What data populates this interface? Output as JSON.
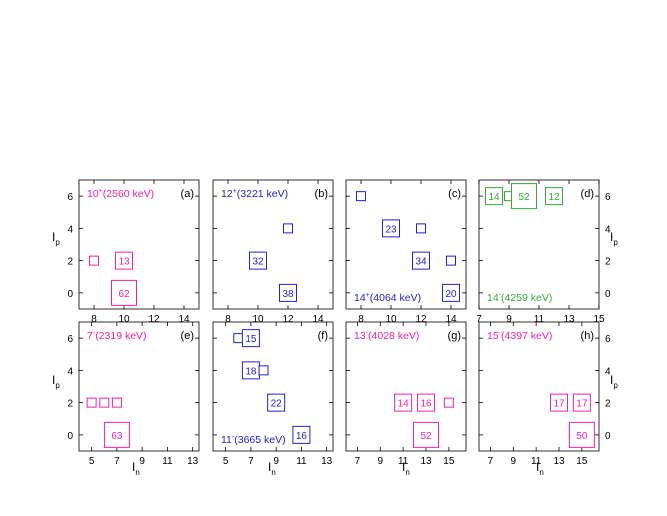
{
  "figure": {
    "ylabel_main": "I",
    "ylabel_sub": "p",
    "xlabel_main": "I",
    "xlabel_sub": "n"
  },
  "chart_data": [
    {
      "type": "scatter",
      "label": "(a)",
      "color": "#ee22aa",
      "state_pre": "10",
      "state_sup": "+",
      "state_post": "(2560 keV)",
      "state_pos": "top-left",
      "xlim": [
        7,
        15
      ],
      "ylim": [
        -1,
        7
      ],
      "xticks": [
        8,
        10,
        12,
        14
      ],
      "yticks": [
        0,
        2,
        4,
        6
      ],
      "points": [
        {
          "x": 8,
          "y": 2,
          "label": ""
        },
        {
          "x": 10,
          "y": 2,
          "label": "13"
        },
        {
          "x": 10,
          "y": 0,
          "label": "62"
        }
      ]
    },
    {
      "type": "scatter",
      "label": "(b)",
      "color": "#2222cc",
      "state_pre": "12",
      "state_sup": "+",
      "state_post": "(3221 keV)",
      "state_pos": "top-left",
      "xlim": [
        7,
        15
      ],
      "ylim": [
        -1,
        7
      ],
      "xticks": [
        8,
        10,
        12,
        14
      ],
      "yticks": [
        0,
        2,
        4,
        6
      ],
      "points": [
        {
          "x": 12,
          "y": 4,
          "label": ""
        },
        {
          "x": 10,
          "y": 2,
          "label": "32"
        },
        {
          "x": 12,
          "y": 0,
          "label": "38"
        }
      ]
    },
    {
      "type": "scatter",
      "label": "(c)",
      "color": "#2222cc",
      "state_pre": "14",
      "state_sup": "+",
      "state_post": "(4064 keV)",
      "state_pos": "bottom-left",
      "xlim": [
        7,
        15
      ],
      "ylim": [
        -1,
        7
      ],
      "xticks": [
        8,
        10,
        12,
        14
      ],
      "yticks": [
        0,
        2,
        4,
        6
      ],
      "points": [
        {
          "x": 8,
          "y": 6,
          "label": ""
        },
        {
          "x": 10,
          "y": 4,
          "label": "23"
        },
        {
          "x": 12,
          "y": 4,
          "label": ""
        },
        {
          "x": 12,
          "y": 2,
          "label": "34"
        },
        {
          "x": 14,
          "y": 2,
          "label": ""
        },
        {
          "x": 14,
          "y": 0,
          "label": "20"
        }
      ]
    },
    {
      "type": "scatter",
      "label": "(d)",
      "color": "#33aa33",
      "state_pre": "14",
      "state_sup": "-",
      "state_post": "(4259 keV)",
      "state_pos": "bottom-left",
      "xlim": [
        7,
        15
      ],
      "ylim": [
        -1,
        7
      ],
      "xticks": [
        7,
        9,
        11,
        13,
        15
      ],
      "yticks": [
        0,
        2,
        4,
        6
      ],
      "points": [
        {
          "x": 8,
          "y": 6,
          "label": "14"
        },
        {
          "x": 9,
          "y": 6,
          "label": ""
        },
        {
          "x": 10,
          "y": 6,
          "label": "52"
        },
        {
          "x": 12,
          "y": 6,
          "label": "12"
        }
      ]
    },
    {
      "type": "scatter",
      "label": "(e)",
      "color": "#ee22aa",
      "state_pre": "7",
      "state_sup": "-",
      "state_post": "(2319 keV)",
      "state_pos": "top-left",
      "xlim": [
        4,
        13.5
      ],
      "ylim": [
        -1,
        7
      ],
      "xticks": [
        5,
        7,
        9,
        11,
        13
      ],
      "yticks": [
        0,
        2,
        4,
        6
      ],
      "points": [
        {
          "x": 5,
          "y": 2,
          "label": ""
        },
        {
          "x": 6,
          "y": 2,
          "label": ""
        },
        {
          "x": 7,
          "y": 2,
          "label": ""
        },
        {
          "x": 7,
          "y": 0,
          "label": "63"
        }
      ]
    },
    {
      "type": "scatter",
      "label": "(f)",
      "color": "#2222cc",
      "state_pre": "11",
      "state_sup": "-",
      "state_post": "(3665 keV)",
      "state_pos": "bottom-left",
      "xlim": [
        4,
        13.5
      ],
      "ylim": [
        -1,
        7
      ],
      "xticks": [
        5,
        7,
        9,
        11,
        13
      ],
      "yticks": [
        0,
        2,
        4,
        6
      ],
      "points": [
        {
          "x": 6,
          "y": 6,
          "label": ""
        },
        {
          "x": 7,
          "y": 6,
          "label": "15"
        },
        {
          "x": 7,
          "y": 4,
          "label": "18"
        },
        {
          "x": 8,
          "y": 4,
          "label": ""
        },
        {
          "x": 9,
          "y": 2,
          "label": "22"
        },
        {
          "x": 11,
          "y": 0,
          "label": "16"
        }
      ]
    },
    {
      "type": "scatter",
      "label": "(g)",
      "color": "#ee22aa",
      "state_pre": "13",
      "state_sup": "-",
      "state_post": "(4028 keV)",
      "state_pos": "top-left",
      "xlim": [
        6,
        16.5
      ],
      "ylim": [
        -1,
        7
      ],
      "xticks": [
        7,
        9,
        11,
        13,
        15
      ],
      "yticks": [
        0,
        2,
        4,
        6
      ],
      "points": [
        {
          "x": 11,
          "y": 2,
          "label": "14"
        },
        {
          "x": 13,
          "y": 2,
          "label": "16"
        },
        {
          "x": 15,
          "y": 2,
          "label": ""
        },
        {
          "x": 13,
          "y": 0,
          "label": "52"
        }
      ]
    },
    {
      "type": "scatter",
      "label": "(h)",
      "color": "#ee22aa",
      "state_pre": "15",
      "state_sup": "-",
      "state_post": "(4397 keV)",
      "state_pos": "top-left",
      "xlim": [
        6,
        16.5
      ],
      "ylim": [
        -1,
        7
      ],
      "xticks": [
        7,
        9,
        11,
        13,
        15
      ],
      "yticks": [
        0,
        2,
        4,
        6
      ],
      "points": [
        {
          "x": 13,
          "y": 2,
          "label": "17"
        },
        {
          "x": 15,
          "y": 2,
          "label": "17"
        },
        {
          "x": 15,
          "y": 0,
          "label": "50"
        }
      ]
    }
  ]
}
